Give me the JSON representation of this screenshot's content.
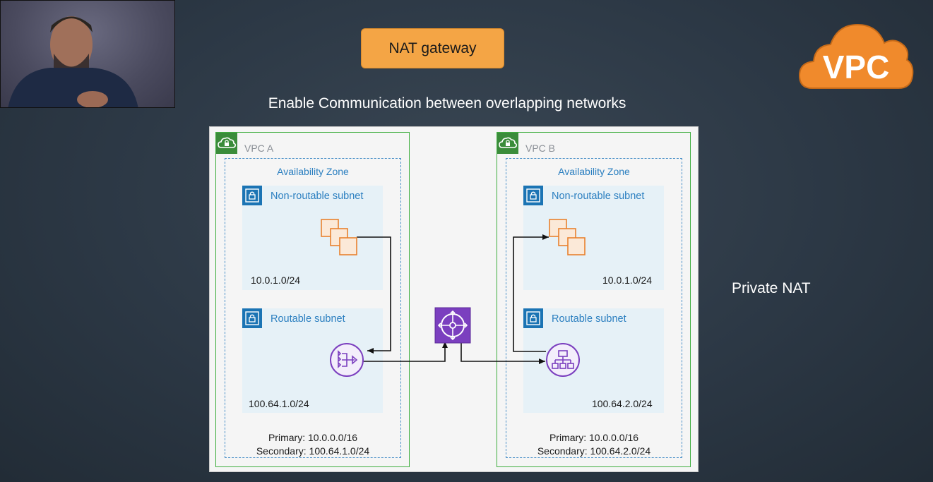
{
  "header": {
    "button_label": "NAT gateway",
    "subtitle": "Enable Communication between overlapping networks",
    "side_label": "Private NAT",
    "logo_text": "VPC"
  },
  "vpcs": [
    {
      "title": "VPC A",
      "az_title": "Availability Zone",
      "nonroutable": {
        "title": "Non-routable subnet",
        "cidr": "10.0.1.0/24"
      },
      "routable": {
        "title": "Routable subnet",
        "cidr": "100.64.1.0/24"
      },
      "primary": "Primary: 10.0.0.0/16",
      "secondary": "Secondary: 100.64.1.0/24"
    },
    {
      "title": "VPC B",
      "az_title": "Availability Zone",
      "nonroutable": {
        "title": "Non-routable subnet",
        "cidr": "10.0.1.0/24"
      },
      "routable": {
        "title": "Routable subnet",
        "cidr": "100.64.2.0/24"
      },
      "primary": "Primary: 10.0.0.0/16",
      "secondary": "Secondary: 100.64.2.0/24"
    }
  ],
  "icons": {
    "vpc_badge": "cloud-lock-icon",
    "subnet_badge": "lock-icon",
    "instances": "ec2-instances-icon",
    "nat_gateway": "nat-gateway-icon",
    "transit_gateway": "transit-gateway-icon",
    "load_balancer": "load-balancer-icon",
    "presenter": "presenter-webcam"
  },
  "colors": {
    "button_bg": "#f4a545",
    "logo_orange": "#f08a2c",
    "vpc_border": "#3fae3f",
    "az_border": "#4a90c8",
    "subnet_bg": "#e6f1f7",
    "instance_orange": "#e8812e",
    "network_purple": "#7b3fbf"
  }
}
